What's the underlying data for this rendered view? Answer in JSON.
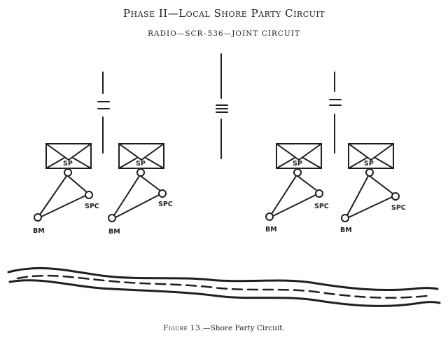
{
  "header": {
    "title": "Phase II—Local Shore Party Circuit",
    "subtitle": "RADIO—SCR–536—JOINT CIRCUIT"
  },
  "caption": {
    "label": "Figure 13.",
    "text": "—Shore Party Circuit."
  },
  "diagram": {
    "groups": [
      {
        "envelope_label": "SP",
        "station_right": "SPC",
        "station_left": "BM"
      },
      {
        "envelope_label": "SP",
        "station_right": "SPC",
        "station_left": "BM"
      },
      {
        "envelope_label": "SP",
        "station_right": "SPC",
        "station_left": "BM"
      },
      {
        "envelope_label": "SP",
        "station_right": "SPC",
        "station_left": "BM"
      }
    ]
  }
}
